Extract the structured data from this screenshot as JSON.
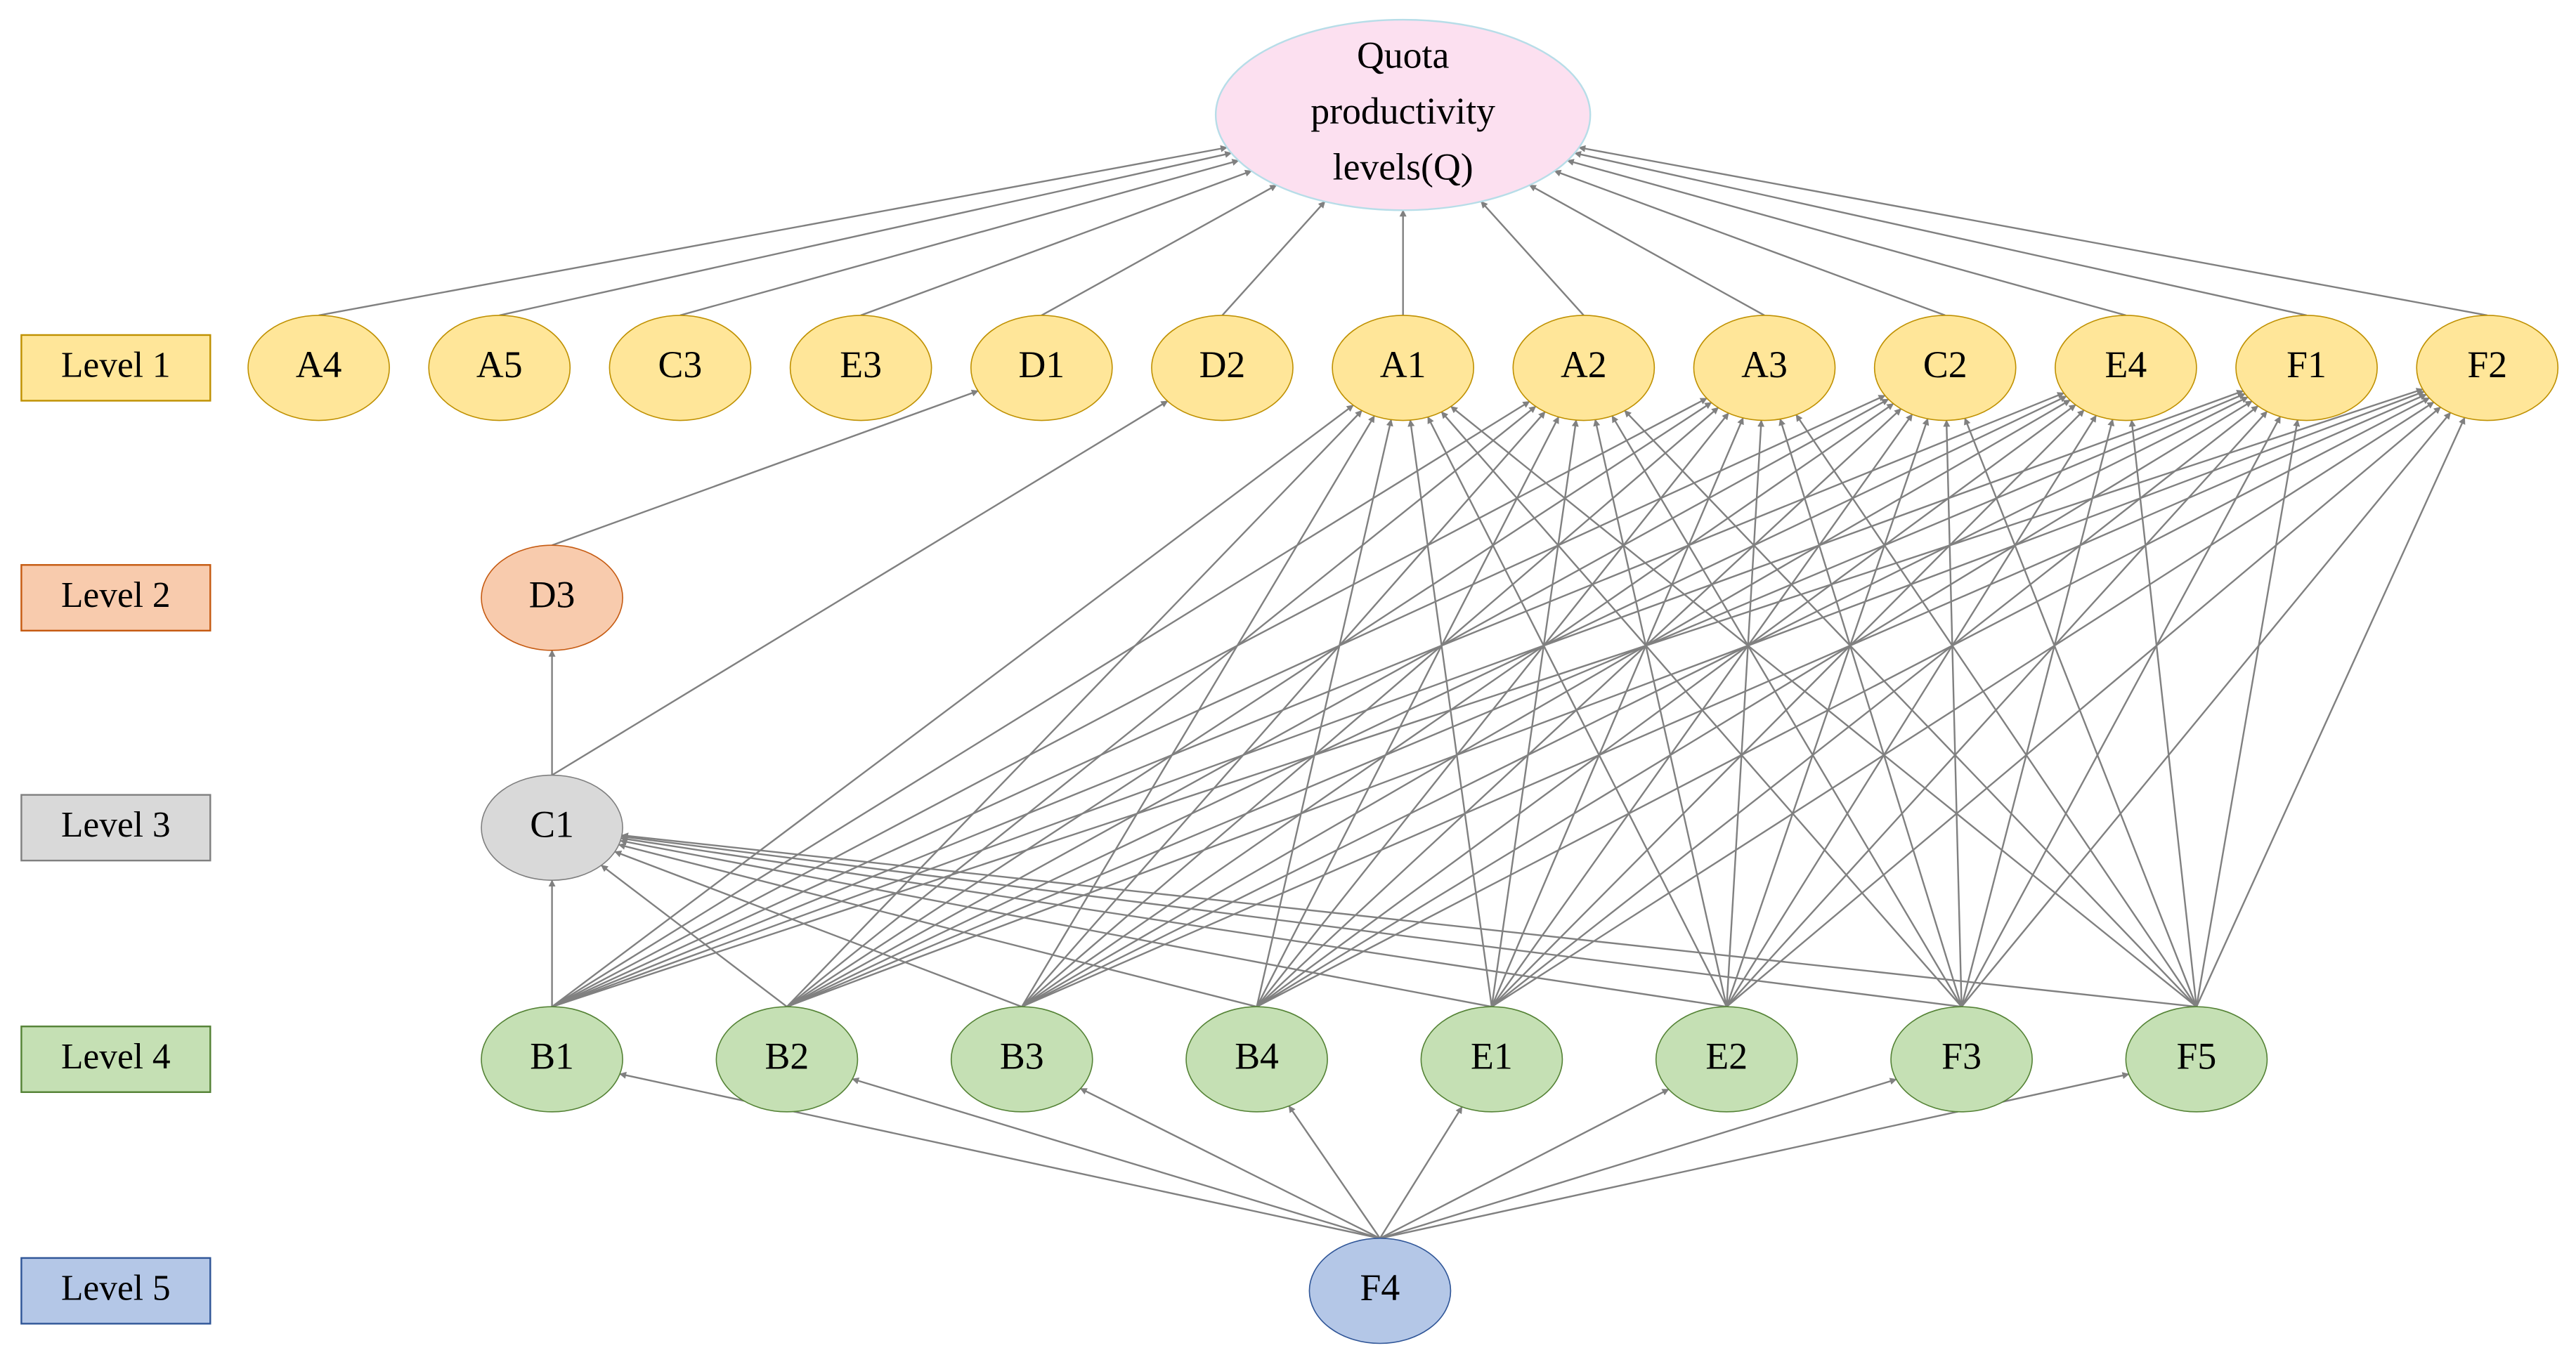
{
  "root": {
    "id": "Q",
    "lines": [
      "Quota",
      "productivity",
      "levels(Q)"
    ],
    "fill": "#FCE0F0",
    "stroke": "#B7DDE8"
  },
  "levels": [
    {
      "label": "Level 1",
      "fill": "#FFE699",
      "stroke": "#BF9000"
    },
    {
      "label": "Level 2",
      "fill": "#F8CBAD",
      "stroke": "#C55A11"
    },
    {
      "label": "Level 3",
      "fill": "#D9D9D9",
      "stroke": "#7F7F7F"
    },
    {
      "label": "Level 4",
      "fill": "#C5E0B4",
      "stroke": "#548235"
    },
    {
      "label": "Level 5",
      "fill": "#B4C7E7",
      "stroke": "#2F5597"
    }
  ],
  "nodes": {
    "level1": [
      "A4",
      "A5",
      "C3",
      "E3",
      "D1",
      "D2",
      "A1",
      "A2",
      "A3",
      "C2",
      "E4",
      "F1",
      "F2"
    ],
    "level2": [
      "D3"
    ],
    "level3": [
      "C1"
    ],
    "level4": [
      "B1",
      "B2",
      "B3",
      "B4",
      "E1",
      "E2",
      "F3",
      "F5"
    ],
    "level5": [
      "F4"
    ]
  },
  "edges": [
    [
      "A4",
      "Q"
    ],
    [
      "A5",
      "Q"
    ],
    [
      "C3",
      "Q"
    ],
    [
      "E3",
      "Q"
    ],
    [
      "D1",
      "Q"
    ],
    [
      "D2",
      "Q"
    ],
    [
      "A1",
      "Q"
    ],
    [
      "A2",
      "Q"
    ],
    [
      "A3",
      "Q"
    ],
    [
      "C2",
      "Q"
    ],
    [
      "E4",
      "Q"
    ],
    [
      "F1",
      "Q"
    ],
    [
      "F2",
      "Q"
    ],
    [
      "D3",
      "D1"
    ],
    [
      "C1",
      "D3"
    ],
    [
      "C1",
      "D2"
    ],
    [
      "B1",
      "C1"
    ],
    [
      "B2",
      "C1"
    ],
    [
      "B3",
      "C1"
    ],
    [
      "B4",
      "C1"
    ],
    [
      "E1",
      "C1"
    ],
    [
      "E2",
      "C1"
    ],
    [
      "F3",
      "C1"
    ],
    [
      "F5",
      "C1"
    ],
    [
      "B1",
      "A1"
    ],
    [
      "B1",
      "A2"
    ],
    [
      "B1",
      "A3"
    ],
    [
      "B1",
      "C2"
    ],
    [
      "B1",
      "E4"
    ],
    [
      "B1",
      "F1"
    ],
    [
      "B1",
      "F2"
    ],
    [
      "B2",
      "A1"
    ],
    [
      "B2",
      "A2"
    ],
    [
      "B2",
      "A3"
    ],
    [
      "B2",
      "C2"
    ],
    [
      "B2",
      "E4"
    ],
    [
      "B2",
      "F1"
    ],
    [
      "B2",
      "F2"
    ],
    [
      "B3",
      "A1"
    ],
    [
      "B3",
      "A2"
    ],
    [
      "B3",
      "A3"
    ],
    [
      "B3",
      "C2"
    ],
    [
      "B3",
      "E4"
    ],
    [
      "B3",
      "F1"
    ],
    [
      "B3",
      "F2"
    ],
    [
      "B4",
      "A1"
    ],
    [
      "B4",
      "A2"
    ],
    [
      "B4",
      "A3"
    ],
    [
      "B4",
      "C2"
    ],
    [
      "B4",
      "E4"
    ],
    [
      "B4",
      "F1"
    ],
    [
      "B4",
      "F2"
    ],
    [
      "E1",
      "A1"
    ],
    [
      "E1",
      "A2"
    ],
    [
      "E1",
      "A3"
    ],
    [
      "E1",
      "C2"
    ],
    [
      "E1",
      "E4"
    ],
    [
      "E1",
      "F1"
    ],
    [
      "E1",
      "F2"
    ],
    [
      "E2",
      "A1"
    ],
    [
      "E2",
      "A2"
    ],
    [
      "E2",
      "A3"
    ],
    [
      "E2",
      "C2"
    ],
    [
      "E2",
      "E4"
    ],
    [
      "E2",
      "F1"
    ],
    [
      "E2",
      "F2"
    ],
    [
      "F3",
      "A1"
    ],
    [
      "F3",
      "A2"
    ],
    [
      "F3",
      "A3"
    ],
    [
      "F3",
      "C2"
    ],
    [
      "F3",
      "E4"
    ],
    [
      "F3",
      "F1"
    ],
    [
      "F3",
      "F2"
    ],
    [
      "F5",
      "A1"
    ],
    [
      "F5",
      "A2"
    ],
    [
      "F5",
      "A3"
    ],
    [
      "F5",
      "C2"
    ],
    [
      "F5",
      "E4"
    ],
    [
      "F5",
      "F1"
    ],
    [
      "F5",
      "F2"
    ],
    [
      "F4",
      "B1"
    ],
    [
      "F4",
      "B2"
    ],
    [
      "F4",
      "B3"
    ],
    [
      "F4",
      "B4"
    ],
    [
      "F4",
      "E1"
    ],
    [
      "F4",
      "E2"
    ],
    [
      "F4",
      "F3"
    ],
    [
      "F4",
      "F5"
    ]
  ],
  "edge_color": "#808080"
}
